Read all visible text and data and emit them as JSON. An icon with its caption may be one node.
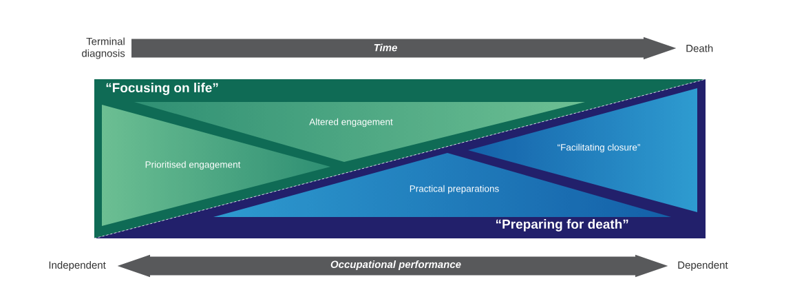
{
  "diagram": {
    "nodes": [
      {
        "text": [
          "Terminal diagnosis"
        ]
      },
      {
        "text": [
          "Death"
        ]
      },
      {
        "text": [
          "“Focusing on life”"
        ]
      },
      {
        "text": [
          "Prioritised engagement"
        ],
        "in": 2
      },
      {
        "text": [
          "Altered engagement"
        ],
        "in": 2
      },
      {
        "text": [
          "“Preparing for death”"
        ]
      },
      {
        "text": [
          "“Facilitating closure”"
        ]
      },
      {
        "text": [
          "Practical preparations"
        ]
      },
      {
        "text": [
          "Independent"
        ]
      },
      {
        "text": [
          "Dependent"
        ]
      }
    ],
    "edges": [
      {
        "from": 0,
        "to": 1,
        "arrow": "to",
        "label": "Time"
      },
      {
        "from": 8,
        "to": 9,
        "arrow": "both",
        "label": "Occupational performance"
      }
    ]
  }
}
